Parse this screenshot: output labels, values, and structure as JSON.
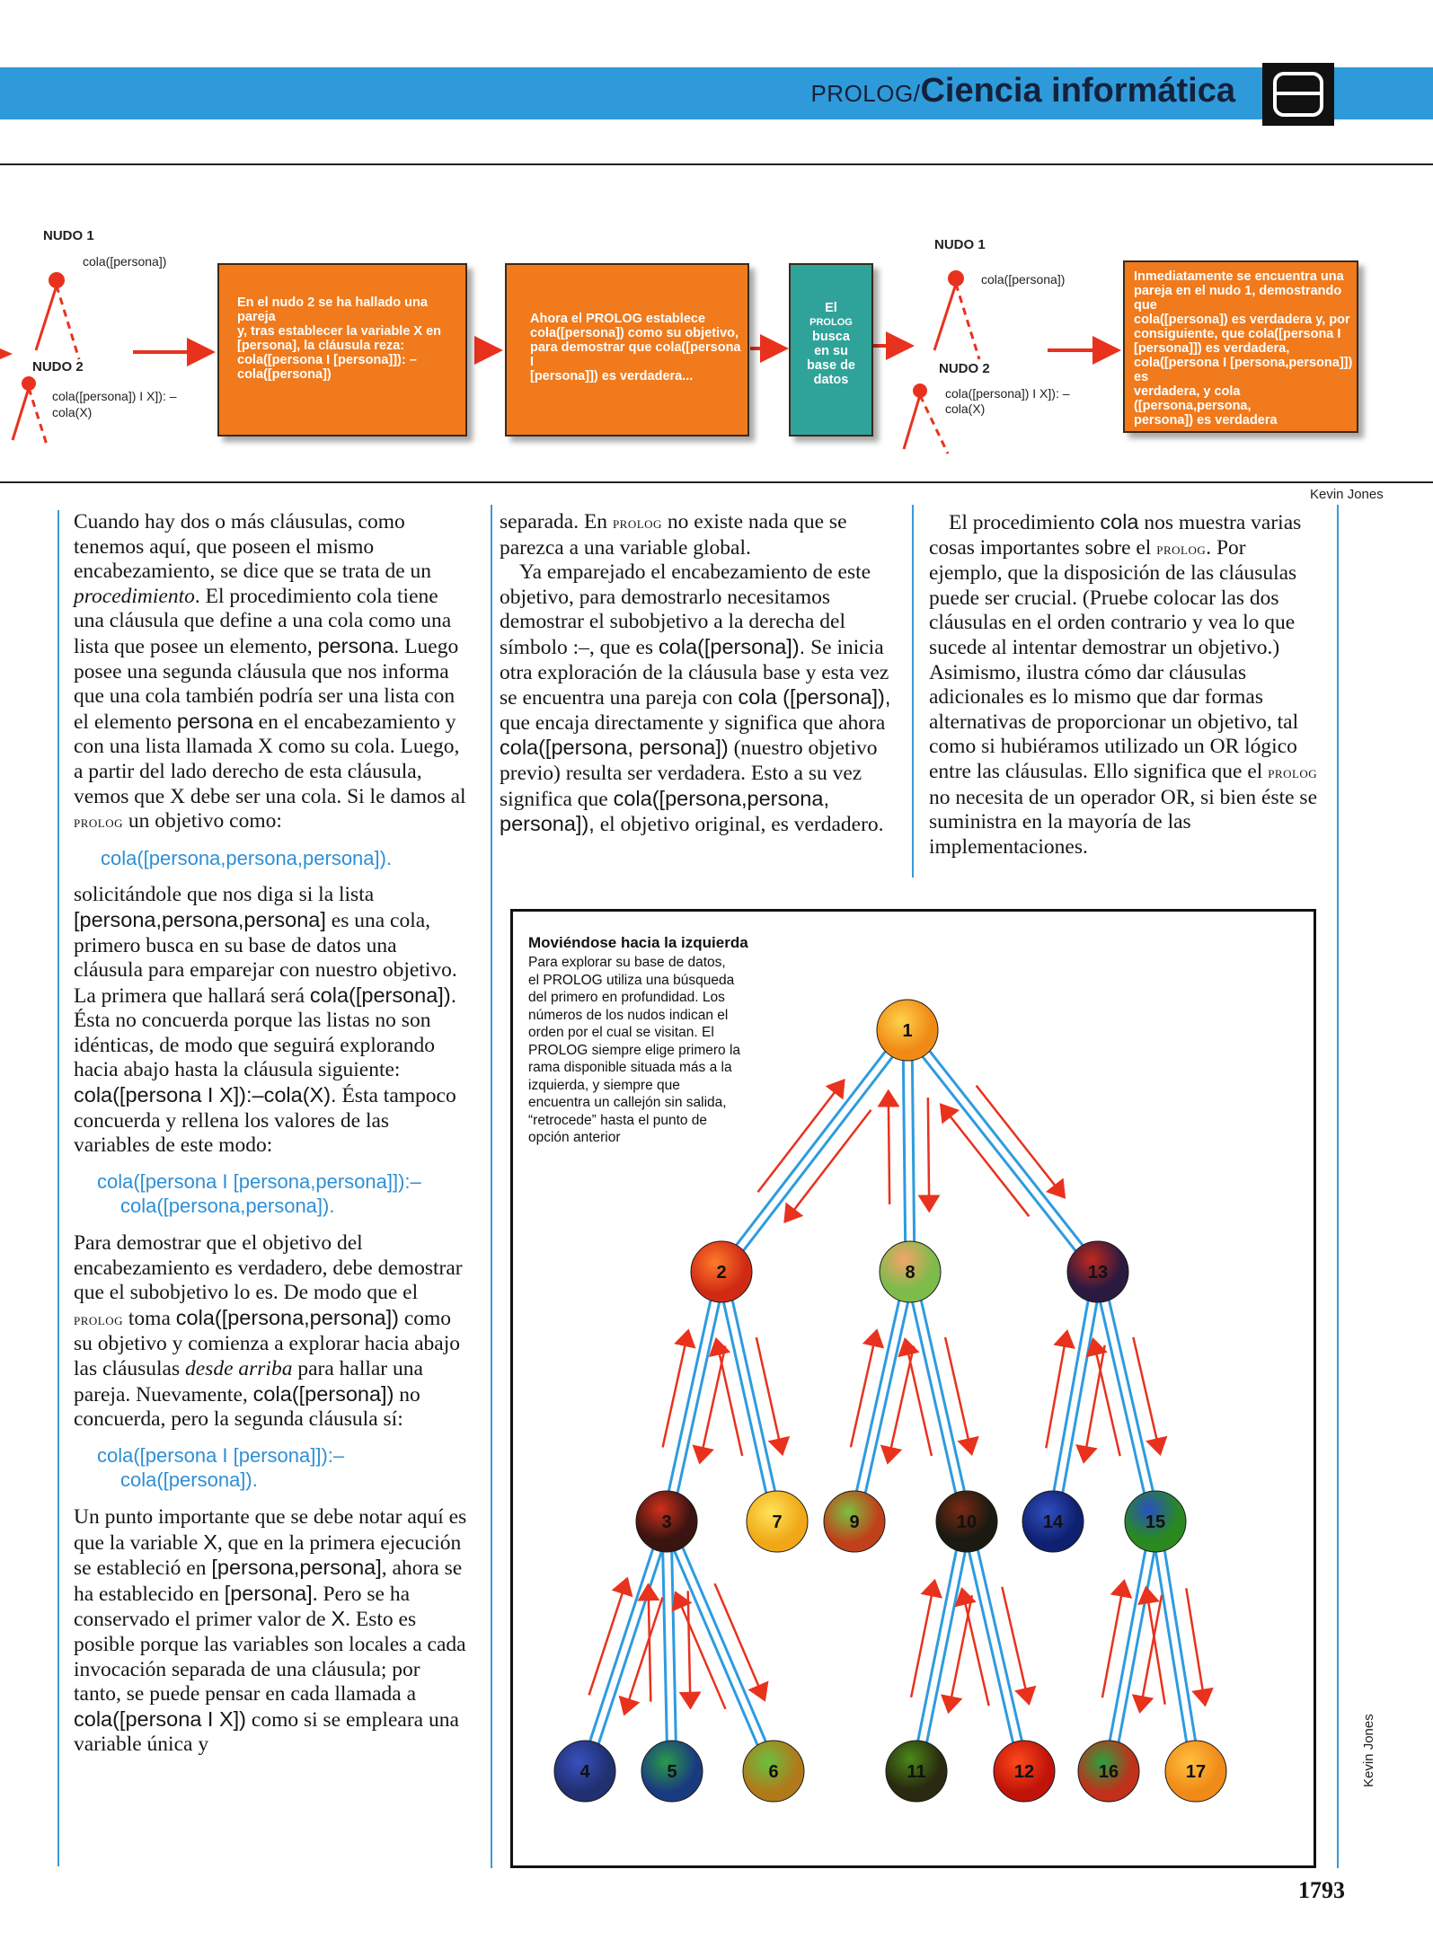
{
  "header": {
    "section": "PROLOG/",
    "title": "Ciencia informática"
  },
  "flow": {
    "left": {
      "nudo1": "NUDO 1",
      "nudo1_text": "cola([persona])",
      "nudo2": "NUDO 2",
      "nudo2_text_1": "cola([persona]) I X]): –",
      "nudo2_text_2": "cola(X)"
    },
    "box1": [
      "En el nudo 2 se ha hallado una pareja",
      "y, tras establecer la variable X en",
      "[persona], la cláusula reza:",
      "cola([persona I [persona]]): –",
      "cola([persona])"
    ],
    "box2": [
      "Ahora el PROLOG establece",
      "cola([persona]) como su objetivo,",
      "para demostrar que cola([persona I",
      "[persona]]) es verdadera..."
    ],
    "box3": [
      "El",
      "PROLOG",
      "busca",
      "en su",
      "base de",
      "datos"
    ],
    "right": {
      "nudo1": "NUDO 1",
      "nudo1_text": "cola([persona])",
      "nudo2": "NUDO 2",
      "nudo2_text_1": "cola([persona]) I X]): –",
      "nudo2_text_2": "cola(X)"
    },
    "box4": [
      "Inmediatamente se encuentra una",
      "pareja en el nudo 1, demostrando que",
      "cola([persona]) es verdadera y, por",
      "consiguiente, que cola([persona I",
      "[persona]]) es verdadera,",
      "cola([persona I [persona,persona]]) es",
      "verdadera, y cola ([persona,persona,",
      "persona]) es verdadera"
    ],
    "credit": "Kevin Jones"
  },
  "col1": {
    "p1": "Cuando hay dos o más cláusulas, como tenemos aquí, que poseen el mismo encabezamiento, se dice que se trata de un",
    "p1_em": "procedimiento",
    "p1_b": ". El procedimiento cola tiene una cláusula que define a una cola como una lista que posee un elemento,",
    "p1_code1": "persona",
    "p1_c": ". Luego posee una segunda cláusula que nos informa que una cola también podría ser una lista con el elemento",
    "p1_code2": "persona",
    "p1_d": "en el encabezamiento y con una lista llamada X como su cola. Luego, a partir del lado derecho de esta cláusula, vemos que X debe ser una cola. Si le damos al",
    "p1_sc": "prolog",
    "p1_e": "un objetivo como:",
    "code1": "cola([persona,persona,persona]).",
    "p2_a": "solicitándole que nos diga si la lista",
    "p2_code1": "[persona,persona,persona]",
    "p2_b": "es una cola, primero busca en su base de datos una cláusula para emparejar con nuestro objetivo. La primera que hallará será",
    "p2_code2": "cola([persona]).",
    "p2_c": "Ésta no concuerda porque las listas no son idénticas, de modo que seguirá explorando hacia abajo hasta la cláusula siguiente:",
    "p2_code3": "cola([persona I X]):–cola(X).",
    "p2_d": "Ésta tampoco concuerda y rellena los valores de las variables de este modo:",
    "code2a": "cola([persona I [persona,persona]]):–",
    "code2b": "cola([persona,persona]).",
    "p3_a": "Para demostrar que el objetivo del encabezamiento es verdadero, debe demostrar que el subobjetivo lo es. De modo que el",
    "p3_sc": "prolog",
    "p3_b": "toma",
    "p3_code1": "cola([persona,persona])",
    "p3_c": "como su objetivo y comienza a explorar hacia abajo las cláusulas",
    "p3_em": "desde arriba",
    "p3_d": "para hallar una pareja. Nuevamente,",
    "p3_code2": "cola([persona])",
    "p3_e": "no concuerda, pero la segunda cláusula sí:",
    "code3a": "cola([persona I [persona]]):–",
    "code3b": "cola([persona]).",
    "p4_a": "Un punto importante que se debe notar aquí es que la variable",
    "p4_code1": "X",
    "p4_b": ", que en la primera ejecución se estableció en",
    "p4_code2": "[persona,persona]",
    "p4_c": ", ahora se ha establecido en",
    "p4_code3": "[persona]",
    "p4_d": ". Pero se ha conservado el primer valor de",
    "p4_code4": "X",
    "p4_e": ". Esto es posible porque las variables son locales a cada invocación separada de una cláusula; por tanto, se puede pensar en cada llamada a",
    "p4_code5": "cola([persona I X])",
    "p4_f": "como si se empleara una variable única y"
  },
  "col2": {
    "p1_a": "separada. En",
    "p1_sc": "prolog",
    "p1_b": "no existe nada que se parezca a una variable global.",
    "p2_a": "Ya emparejado el encabezamiento de este objetivo, para demostrarlo necesitamos demostrar el subobjetivo a la derecha del símbolo :–, que es",
    "p2_code1": "cola([persona]).",
    "p2_b": "Se inicia otra exploración de la cláusula base y esta vez se encuentra una pareja con",
    "p2_code2": "cola ([persona]),",
    "p2_c": "que encaja directamente y significa que ahora",
    "p2_code3": "cola([persona, persona])",
    "p2_d": "(nuestro objetivo previo) resulta ser verdadera. Esto a su vez significa que",
    "p2_code4": "cola([persona,persona, persona]),",
    "p2_e": "el objetivo original, es verdadero."
  },
  "col3": {
    "p1_a": "El procedimiento",
    "p1_code": "cola",
    "p1_b": "nos muestra varias cosas importantes sobre el",
    "p1_sc": "prolog",
    "p1_c": ". Por ejemplo, que la disposición de las cláusulas puede ser crucial. (Pruebe colocar las dos cláusulas en el orden contrario y vea lo que sucede al intentar demostrar un objetivo.) Asimismo, ilustra cómo dar cláusulas adicionales es lo mismo que dar formas alternativas de proporcionar un objetivo, tal como si hubiéramos utilizado un OR lógico entre las cláusulas. Ello significa que el",
    "p1_sc2": "prolog",
    "p1_d": "no necesita de un operador OR, si bien éste se suministra en la mayoría de las implementaciones."
  },
  "figure": {
    "title": "Moviéndose hacia la izquierda",
    "caption": [
      "Para explorar su base de datos,",
      "el PROLOG utiliza una búsqueda",
      "del primero en profundidad. Los",
      "números de los nudos indican el",
      "orden por el cual se visitan. El",
      "PROLOG siempre elige primero la",
      "rama disponible situada más a la",
      "izquierda, y siempre que",
      "encuentra un callejón sin salida,",
      "“retrocede” hasta el punto de",
      "opción anterior"
    ],
    "nodes": [
      "1",
      "2",
      "3",
      "4",
      "5",
      "6",
      "7",
      "8",
      "9",
      "10",
      "11",
      "12",
      "13",
      "14",
      "15",
      "16",
      "17"
    ],
    "colors": {
      "line": "#2e9be0",
      "arrow": "#e8321e"
    },
    "credit": "Kevin Jones"
  },
  "page_number": "1793"
}
